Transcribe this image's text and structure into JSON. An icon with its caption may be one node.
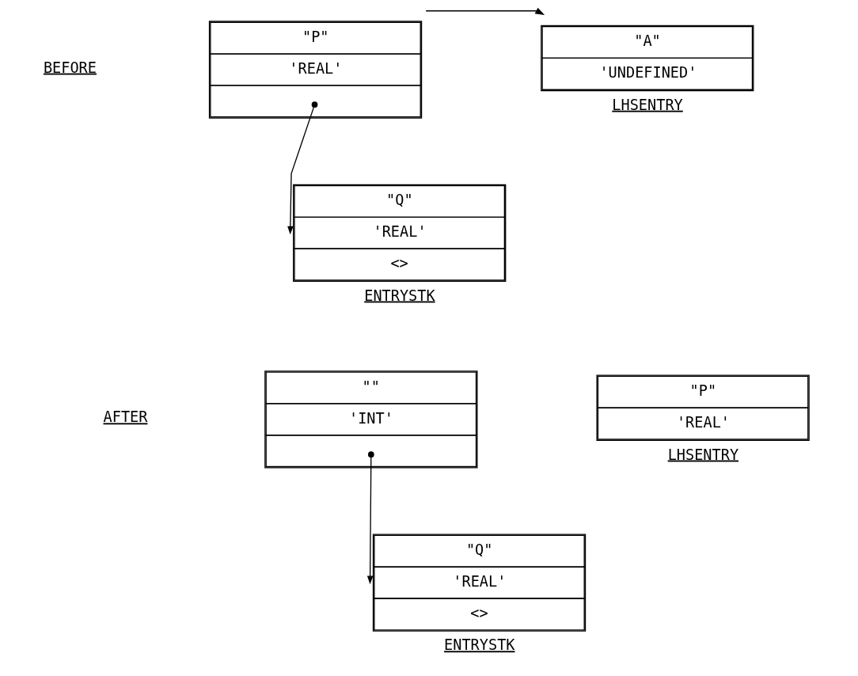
{
  "diagram": {
    "nodes": [
      {
        "text": [
          "\"P\"",
          "'REAL'"
        ]
      },
      {
        "text": [
          "\"Q\"",
          "'REAL'",
          "<>"
        ],
        "beside": [
          "ENTRYSTK"
        ]
      },
      {
        "text": [
          "\"A\"",
          "'UNDEFINED'"
        ],
        "beside": [
          "LHSENTRY"
        ]
      },
      {
        "text": [
          "\"\"",
          "'INT'"
        ]
      },
      {
        "text": [
          "\"Q\"",
          "'REAL'",
          "<>"
        ],
        "beside": [
          "ENTRYSTK"
        ]
      },
      {
        "text": [
          "\"P\"",
          "'REAL'"
        ],
        "beside": [
          "LHSENTRY"
        ]
      }
    ],
    "edges": [
      {
        "from": 0,
        "to": 1,
        "arrow": "to"
      },
      {
        "from": 0,
        "to": 2,
        "arrow": "to"
      },
      {
        "from": 3,
        "to": 4,
        "arrow": "to"
      }
    ],
    "labels": [
      "BEFORE",
      "AFTER"
    ]
  }
}
